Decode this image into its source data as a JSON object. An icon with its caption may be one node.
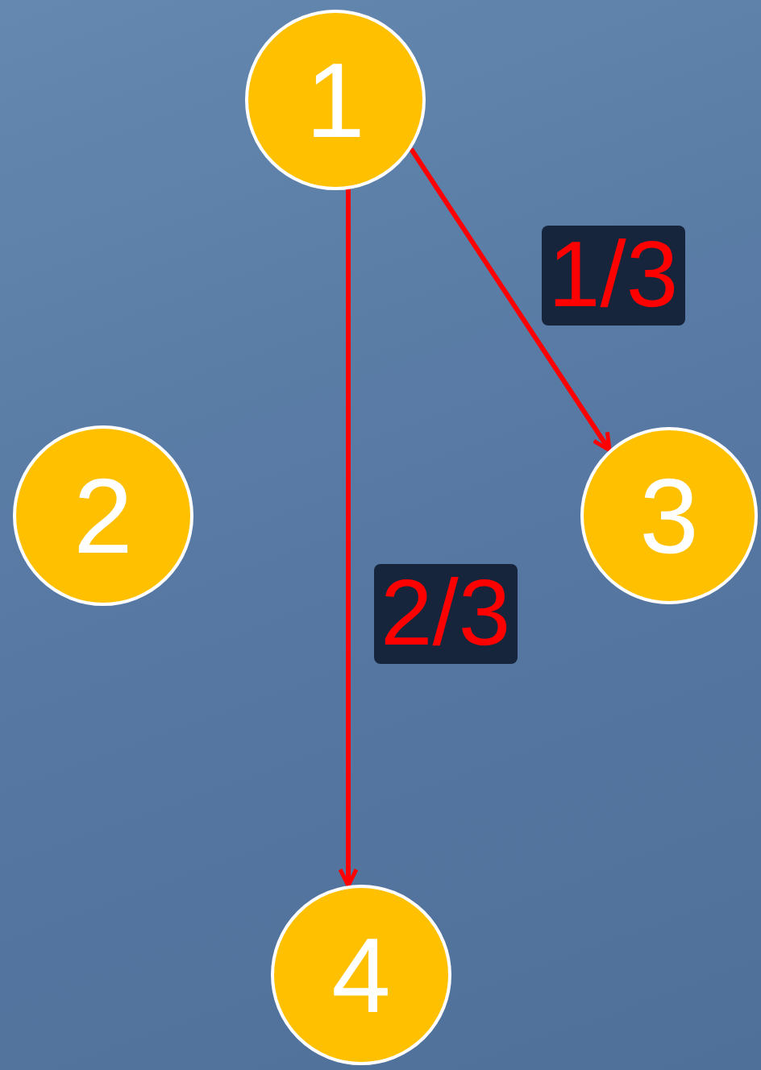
{
  "diagram": {
    "nodes": [
      {
        "text": [
          "1"
        ]
      },
      {
        "text": [
          "2"
        ]
      },
      {
        "text": [
          "3"
        ]
      },
      {
        "text": [
          "4"
        ]
      }
    ],
    "edges": [
      {
        "from": 0,
        "to": 2,
        "arrow": "to",
        "label": "1/3"
      },
      {
        "from": 0,
        "to": 3,
        "arrow": "to",
        "label": "2/3"
      }
    ]
  }
}
